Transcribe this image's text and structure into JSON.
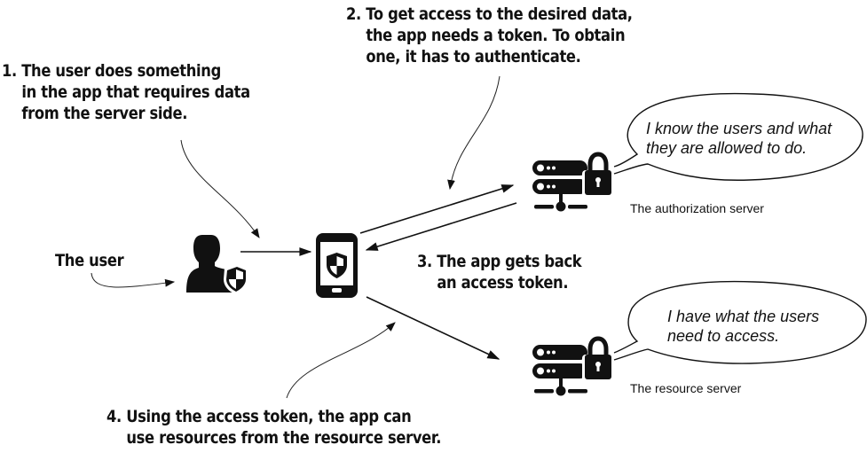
{
  "diagram": {
    "title": "OAuth 2 authorization flow overview",
    "colors": {
      "ink": "#111111",
      "background": "#ffffff"
    },
    "steps": [
      {
        "number": "1.",
        "lines": [
          "The user does something",
          "in the app that requires data",
          "from the server side."
        ]
      },
      {
        "number": "2.",
        "lines": [
          "To get access to the desired data,",
          "the app needs a token. To obtain",
          "one, it has to authenticate."
        ]
      },
      {
        "number": "3.",
        "lines": [
          "The app gets back",
          "an access token."
        ]
      },
      {
        "number": "4.",
        "lines": [
          "Using the access token, the app can",
          "use resources from the resource server."
        ]
      }
    ],
    "actors": {
      "user": {
        "label": "The user",
        "icon": "user-shield-icon"
      },
      "app": {
        "icon": "smartphone-shield-icon"
      },
      "authorization_server": {
        "label": "The authorization server",
        "icon": "server-lock-icon",
        "speech": [
          "I know the users and what",
          "they are allowed to do."
        ]
      },
      "resource_server": {
        "label": "The resource server",
        "icon": "server-lock-icon",
        "speech": [
          "I have what the users",
          "need to access."
        ]
      }
    }
  }
}
